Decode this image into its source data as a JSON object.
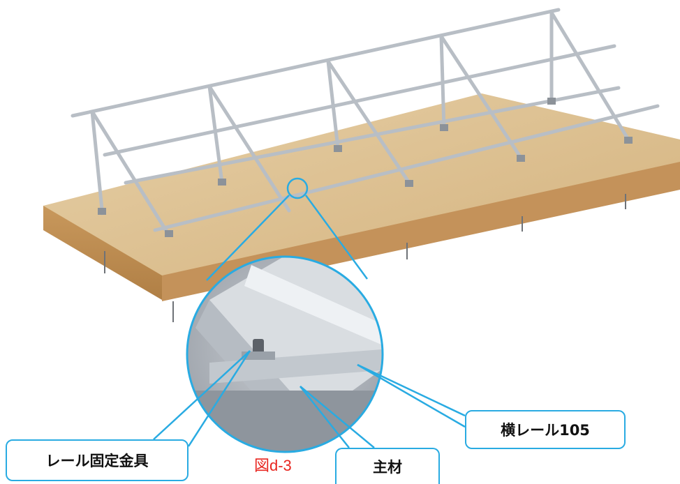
{
  "labels": {
    "rail_fixing": "レール固定金具",
    "horizontal_rail": "横レール105",
    "main_member": "主材"
  },
  "caption": "図d-3",
  "colors": {
    "callout": "#29abe2",
    "caption": "#e8251f",
    "wood": "#d8b98a",
    "aluminum": "#c9ced3"
  }
}
